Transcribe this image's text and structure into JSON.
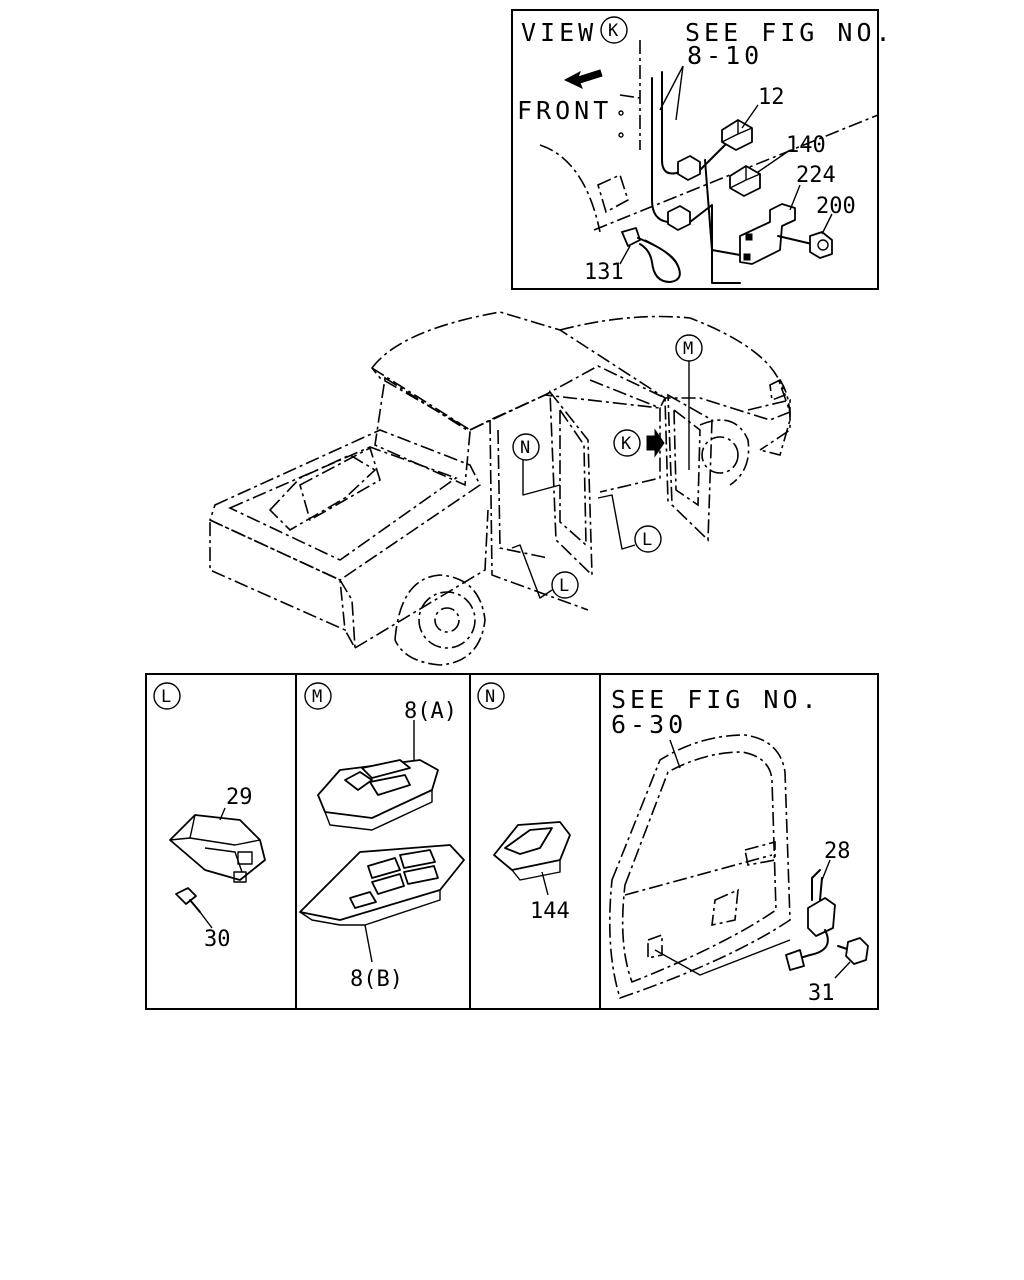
{
  "inset_view": {
    "title": "VIEW",
    "title_marker": "K",
    "see_fig": "SEE FIG NO.",
    "fig_number": "8-10",
    "front_label": "FRONT",
    "part_labels": [
      "12",
      "140",
      "224",
      "200",
      "131"
    ]
  },
  "main_drawing": {
    "markers": [
      "M",
      "N",
      "K",
      "L",
      "L"
    ]
  },
  "detail_panels": [
    {
      "marker": "L",
      "part_labels": [
        "29",
        "30"
      ]
    },
    {
      "marker": "M",
      "part_labels": [
        "8(A)",
        "8(B)"
      ]
    },
    {
      "marker": "N",
      "part_labels": [
        "144"
      ]
    },
    {
      "see_fig": "SEE FIG NO.",
      "fig_number": "6-30",
      "part_labels": [
        "28",
        "31"
      ]
    }
  ]
}
